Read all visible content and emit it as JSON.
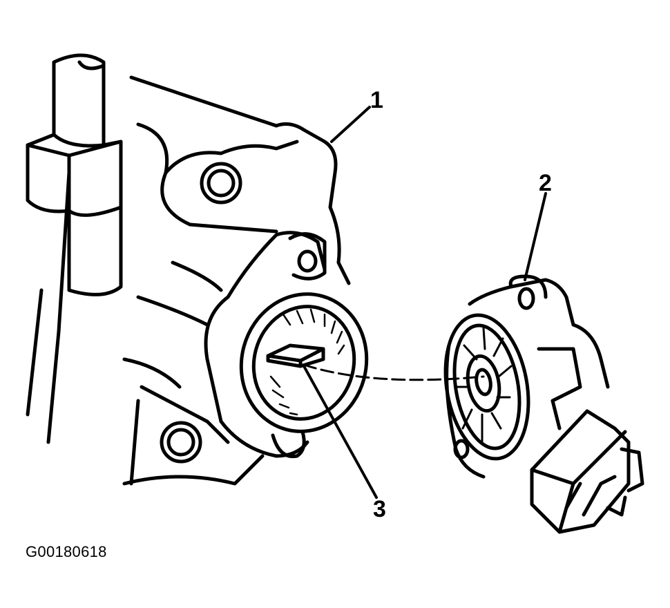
{
  "callouts": {
    "housing": "1",
    "sensor": "2",
    "shaft_tang": "3"
  },
  "figure_id": "G00180618",
  "colors": {
    "line": "#000000",
    "background": "#ffffff"
  }
}
